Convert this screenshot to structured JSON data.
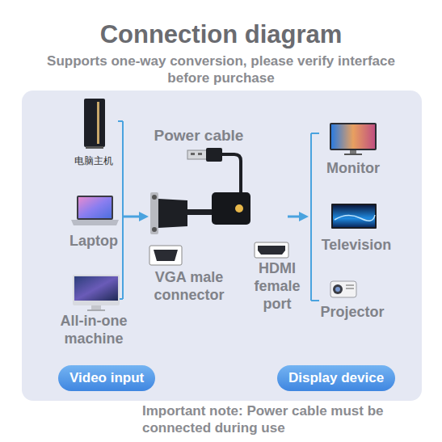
{
  "diagram": {
    "title": "Connection diagram",
    "nodes": [
      {
        "text": [
          "Video input"
        ]
      },
      {
        "text": [
          "Display device"
        ]
      }
    ],
    "labels": [
      "Supports one-way conversion, please verify interface before purchase",
      "Power cable",
      "电脑主机",
      "Laptop",
      "All-in-one machine",
      "VGA male connector",
      "HDMI female port",
      "Monitor",
      "Television",
      "Projector",
      "Important note: Power cable must be connected during use"
    ]
  }
}
